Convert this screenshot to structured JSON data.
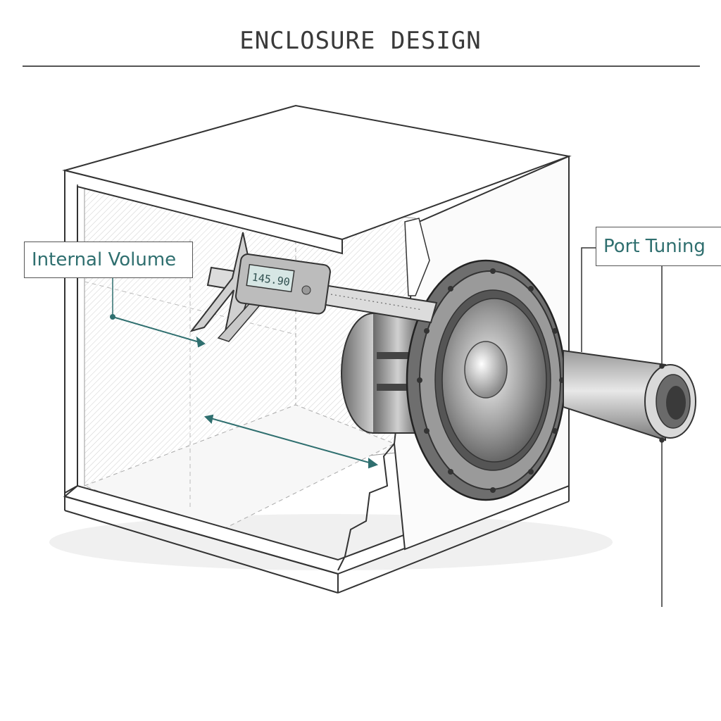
{
  "header": {
    "title": "ENCLOSURE DESIGN"
  },
  "labels": {
    "internal_volume": "Internal Volume",
    "port_tuning": "Port Tuning"
  },
  "caliper": {
    "readout": "145.90"
  },
  "colors": {
    "accent": "#2f6f6f",
    "ink": "#3a3a3a",
    "line": "#555555"
  }
}
